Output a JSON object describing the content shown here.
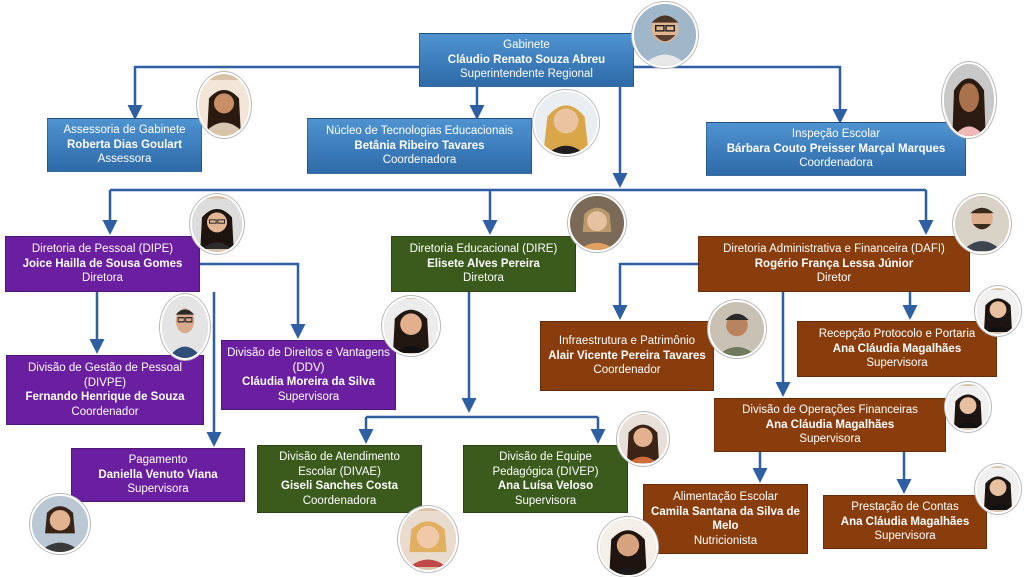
{
  "colors": {
    "line": "#2e5fa3",
    "blue": "#3a7cc0",
    "purple": "#6a1fa0",
    "green": "#3b5b1c",
    "brown": "#8a3d0c"
  },
  "boxes": {
    "gabinete": {
      "unit": "Gabinete",
      "name": "Cláudio Renato Souza Abreu",
      "role": "Superintendente Regional"
    },
    "assessoria": {
      "unit": "Assessoria de Gabinete",
      "name": "Roberta Dias Goulart",
      "role": "Assessora"
    },
    "nucleo": {
      "unit": "Núcleo de Tecnologias Educacionais",
      "name": "Betânia Ribeiro Tavares",
      "role": "Coordenadora"
    },
    "inspecao": {
      "unit": "Inspeção Escolar",
      "name": "Bárbara Couto Preisser Marçal Marques",
      "role": "Coordenadora"
    },
    "dipe": {
      "unit": "Diretoria de Pessoal (DIPE)",
      "name": "Joice Hailla de Sousa Gomes",
      "role": "Diretora"
    },
    "dire": {
      "unit": "Diretoria Educacional (DIRE)",
      "name": "Elisete Alves Pereira",
      "role": "Diretora"
    },
    "dafi": {
      "unit": "Diretoria Administrativa e Financeira (DAFI)",
      "name": "Rogério França Lessa Júnior",
      "role": "Diretor"
    },
    "divpe": {
      "unit": "Divisão de Gestão de Pessoal (DIVPE)",
      "name": "Fernando Henrique de Souza",
      "role": "Coordenador"
    },
    "ddv": {
      "unit": "Divisão de Direitos e Vantagens (DDV)",
      "name": "Cláudia Moreira da Silva",
      "role": "Supervisora"
    },
    "pagamento": {
      "unit": "Pagamento",
      "name": "Daniella Venuto Viana",
      "role": "Supervisora"
    },
    "infra": {
      "unit": "Infraestrutura  e Patrimônio",
      "name": "Alair Vicente Pereira Tavares",
      "role": "Coordenador"
    },
    "recepcao": {
      "unit": "Recepção Protocolo e Portaria",
      "name": "Ana Cláudia Magalhães",
      "role": "Supervisora"
    },
    "divae": {
      "unit": "Divisão de Atendimento Escolar (DIVAE)",
      "name": "Giseli  Sanches Costa",
      "role": "Coordenadora"
    },
    "divep": {
      "unit": "Divisão de Equipe Pedagógica (DIVEP)",
      "name": "Ana Luísa Veloso",
      "role": "Supervisora"
    },
    "financeiras": {
      "unit": "Divisão de Operações Financeiras",
      "name": "Ana Cláudia Magalhães",
      "role": "Supervisora"
    },
    "alimentacao": {
      "unit": "Alimentação Escolar",
      "name": "Camila Santana da Silva de Melo",
      "role": "Nutricionista"
    },
    "prestacao": {
      "unit": "Prestação de Contas",
      "name": "Ana Cláudia Magalhães",
      "role": "Supervisora"
    }
  }
}
